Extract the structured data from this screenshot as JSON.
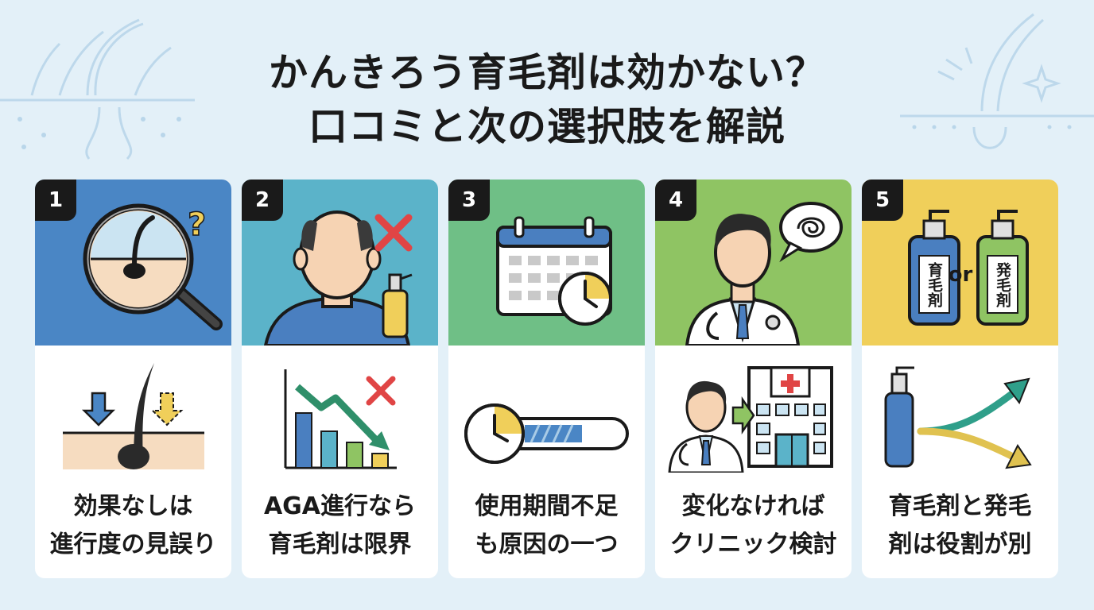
{
  "title": {
    "line1": "かんきろう育毛剤は効かない？",
    "line2": "口コミと次の選択肢を解説"
  },
  "colors": {
    "background": "#e3f0f8",
    "card1_top": "#4a86c5",
    "card2_top": "#5bb3c9",
    "card3_top": "#6fbf86",
    "card4_top": "#8fc463",
    "card5_top": "#f0cf5a"
  },
  "cards": [
    {
      "number": "1",
      "caption_line1": "効果なしは",
      "caption_line2": "進行度の見誤り"
    },
    {
      "number": "2",
      "caption_line1": "AGA進行なら",
      "caption_line2": "育毛剤は限界"
    },
    {
      "number": "3",
      "caption_line1": "使用期間不足",
      "caption_line2": "も原因の一つ"
    },
    {
      "number": "4",
      "caption_line1": "変化なければ",
      "caption_line2": "クリニック検討"
    },
    {
      "number": "5",
      "caption_line1": "育毛剤と発毛",
      "caption_line2": "剤は役割が別"
    }
  ],
  "bottles": {
    "left_label": "育毛剤",
    "or": "or",
    "right_label": "発毛剤"
  },
  "icons": {
    "card1_top": "magnifier-hair-icon",
    "card1_bottom": "hair-follicle-arrows-icon",
    "card2_top": "balding-man-icon",
    "card2_bottom": "declining-bar-chart-icon",
    "card3_top": "calendar-clock-icon",
    "card3_bottom": "timer-progress-icon",
    "card4_top": "doctor-icon",
    "card4_bottom": "doctor-hospital-icon",
    "card5_bottom": "bottle-branch-arrows-icon"
  }
}
